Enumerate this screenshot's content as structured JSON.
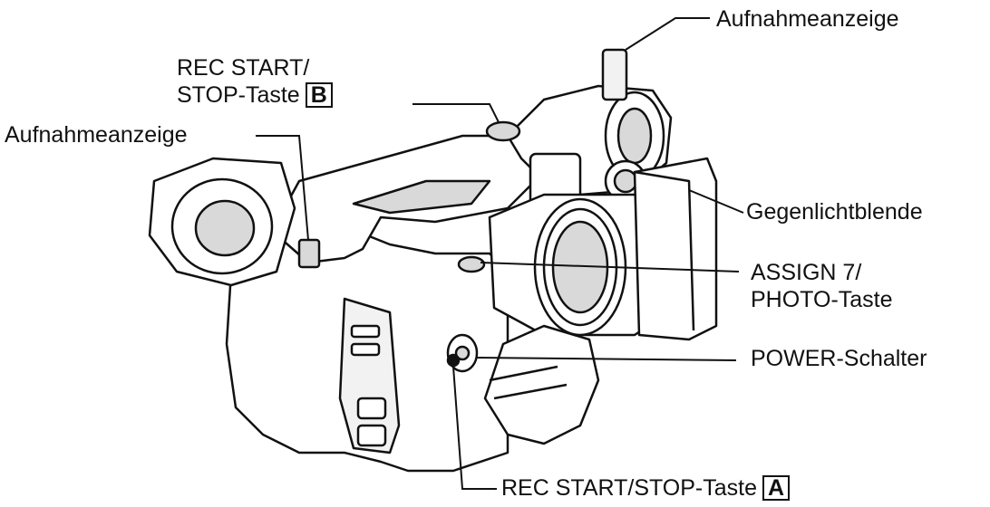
{
  "labels": {
    "recording_indicator_top": "Aufnahmeanzeige",
    "rec_button_b_line1": "REC START/",
    "rec_button_b_line2": "STOP-Taste",
    "rec_button_b_box": "B",
    "recording_indicator_left": "Aufnahmeanzeige",
    "lens_hood": "Gegenlichtblende",
    "assign_button_line1": "ASSIGN 7/",
    "assign_button_line2": "PHOTO-Taste",
    "power_switch": "POWER-Schalter",
    "rec_button_a": "REC START/STOP-Taste",
    "rec_button_a_box": "A"
  },
  "colors": {
    "line": "#111111",
    "body_fill": "#ffffff",
    "shade": "#d9d9d9"
  }
}
